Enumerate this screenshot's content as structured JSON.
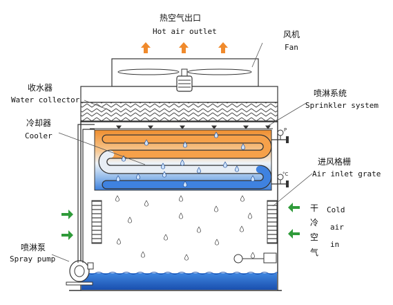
{
  "labels": {
    "outlet_cn": "热空气出口",
    "outlet_en": "Hot air outlet",
    "fan_cn": "风机",
    "fan_en": "Fan",
    "collector_cn": "收水器",
    "collector_en": "Water collector",
    "sprinkler_cn": "喷淋系统",
    "sprinkler_en": "Sprinkler system",
    "cooler_cn": "冷却器",
    "cooler_en": "Cooler",
    "grate_cn": "进风格栅",
    "grate_en": "Air inlet grate",
    "pump_cn": "喷淋泵",
    "pump_en": "Spray pump",
    "coldair_cn_1": "干",
    "coldair_cn_2": "冷",
    "coldair_cn_3": "空",
    "coldair_cn_4": "气",
    "coldair_en_1": "Cold",
    "coldair_en_2": "air",
    "coldair_en_3": "in",
    "gauge_p": "P",
    "gauge_t": "°C"
  },
  "colors": {
    "arrow_orange": "#f08a2c",
    "arrow_green": "#2f9b3a",
    "coil_hot": "#f0a040",
    "coil_cold": "#3a7fe0",
    "water": "#1f63c6",
    "outline": "#333333"
  }
}
